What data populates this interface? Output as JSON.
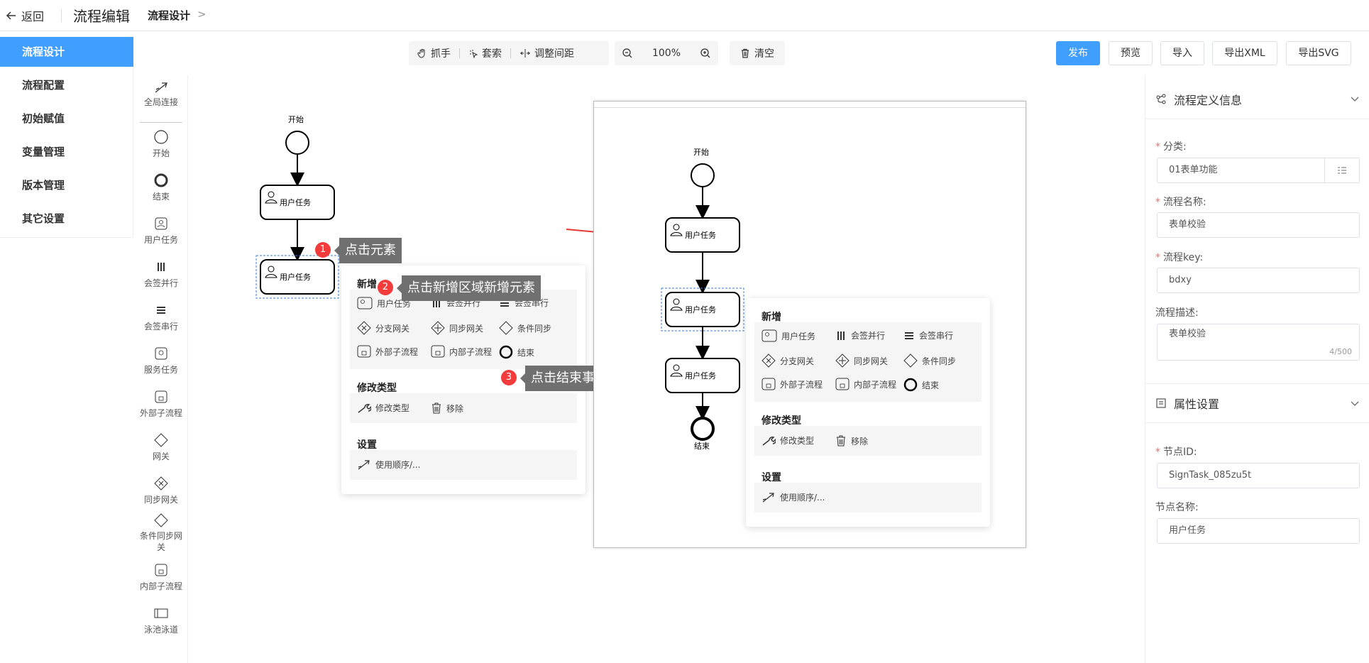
{
  "header": {
    "back_label": "返回",
    "editor_title": "流程编辑",
    "breadcrumb_current": "流程设计",
    "breadcrumb_sep": ">"
  },
  "sidebar": {
    "items": [
      {
        "label": "流程设计",
        "active": true
      },
      {
        "label": "流程配置"
      },
      {
        "label": "初始赋值"
      },
      {
        "label": "变量管理"
      },
      {
        "label": "版本管理"
      },
      {
        "label": "其它设置"
      }
    ]
  },
  "palette": {
    "items": [
      {
        "label": "全局连接",
        "icon": "global-connect-icon"
      },
      {
        "label": "开始",
        "icon": "start-event-icon"
      },
      {
        "label": "结束",
        "icon": "end-event-icon"
      },
      {
        "label": "用户任务",
        "icon": "user-task-icon"
      },
      {
        "label": "会签并行",
        "icon": "parallel-multi-icon"
      },
      {
        "label": "会签串行",
        "icon": "sequential-multi-icon"
      },
      {
        "label": "服务任务",
        "icon": "service-task-icon"
      },
      {
        "label": "外部子流程",
        "icon": "external-subprocess-icon"
      },
      {
        "label": "网关",
        "icon": "gateway-icon"
      },
      {
        "label": "同步网关",
        "icon": "parallel-gateway-icon"
      },
      {
        "label": "条件同步网关",
        "icon": "conditional-gateway-icon"
      },
      {
        "label": "内部子流程",
        "icon": "internal-subprocess-icon"
      },
      {
        "label": "泳池泳道",
        "icon": "pool-lane-icon"
      }
    ]
  },
  "toolbar": {
    "hand": "抓手",
    "lasso": "套索",
    "space": "调整间距",
    "zoom": "100%",
    "clear": "清空",
    "publish": "发布",
    "preview": "预览",
    "import": "导入",
    "export_xml": "导出XML",
    "export_svg": "导出SVG"
  },
  "diagram_left": {
    "start_label": "开始",
    "task1": "用户任务",
    "task2": "用户任务"
  },
  "diagram_right": {
    "start_label": "开始",
    "task1": "用户任务",
    "task2": "用户任务",
    "task3": "用户任务",
    "end_label": "结束"
  },
  "context_pad": {
    "add_title": "新增",
    "add_items": [
      "用户任务",
      "会签并行",
      "会签串行",
      "分支网关",
      "同步网关",
      "条件同步",
      "外部子流程",
      "内部子流程",
      "结束"
    ],
    "modify_title": "修改类型",
    "modify_items": [
      "修改类型",
      "移除"
    ],
    "settings_title": "设置",
    "settings_items": [
      "使用顺序/..."
    ]
  },
  "tips": {
    "step1": "点击元素",
    "step2": "点击新增区域新增元素",
    "step3": "点击结束事件",
    "n1": "1",
    "n2": "2",
    "n3": "3"
  },
  "right_panel": {
    "section1_title": "流程定义信息",
    "category_label": "分类:",
    "category_value": "01表单功能",
    "name_label": "流程名称:",
    "name_value": "表单校验",
    "key_label": "流程key:",
    "key_value": "bdxy",
    "desc_label": "流程描述:",
    "desc_value": "表单校验",
    "desc_count": "4/500",
    "section2_title": "属性设置",
    "node_id_label": "节点ID:",
    "node_id_value": "SignTask_085zu5t",
    "node_name_label": "节点名称:",
    "node_name_value": "用户任务"
  },
  "colors": {
    "primary": "#409eff",
    "badge": "#f23c3c",
    "tip_bg": "#707070",
    "arrow": "#e53935"
  }
}
